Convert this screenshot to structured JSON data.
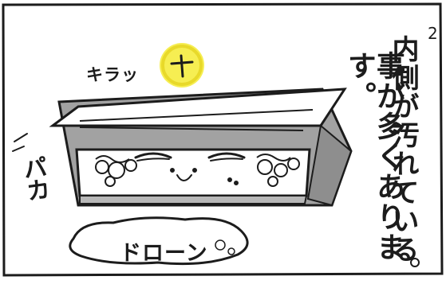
{
  "page_number": "2",
  "sound_effects": {
    "sparkle": "キラッ",
    "open": "パカ",
    "drip": "ドローン"
  },
  "narration": {
    "line1": "内側が汚れている",
    "line2": "事が多くあります。"
  },
  "colors": {
    "ink": "#1c1c1c",
    "sparkle_yellow": "#f5ec3f",
    "paper": "#ffffff",
    "shade_grey": "#9a9a9a"
  }
}
